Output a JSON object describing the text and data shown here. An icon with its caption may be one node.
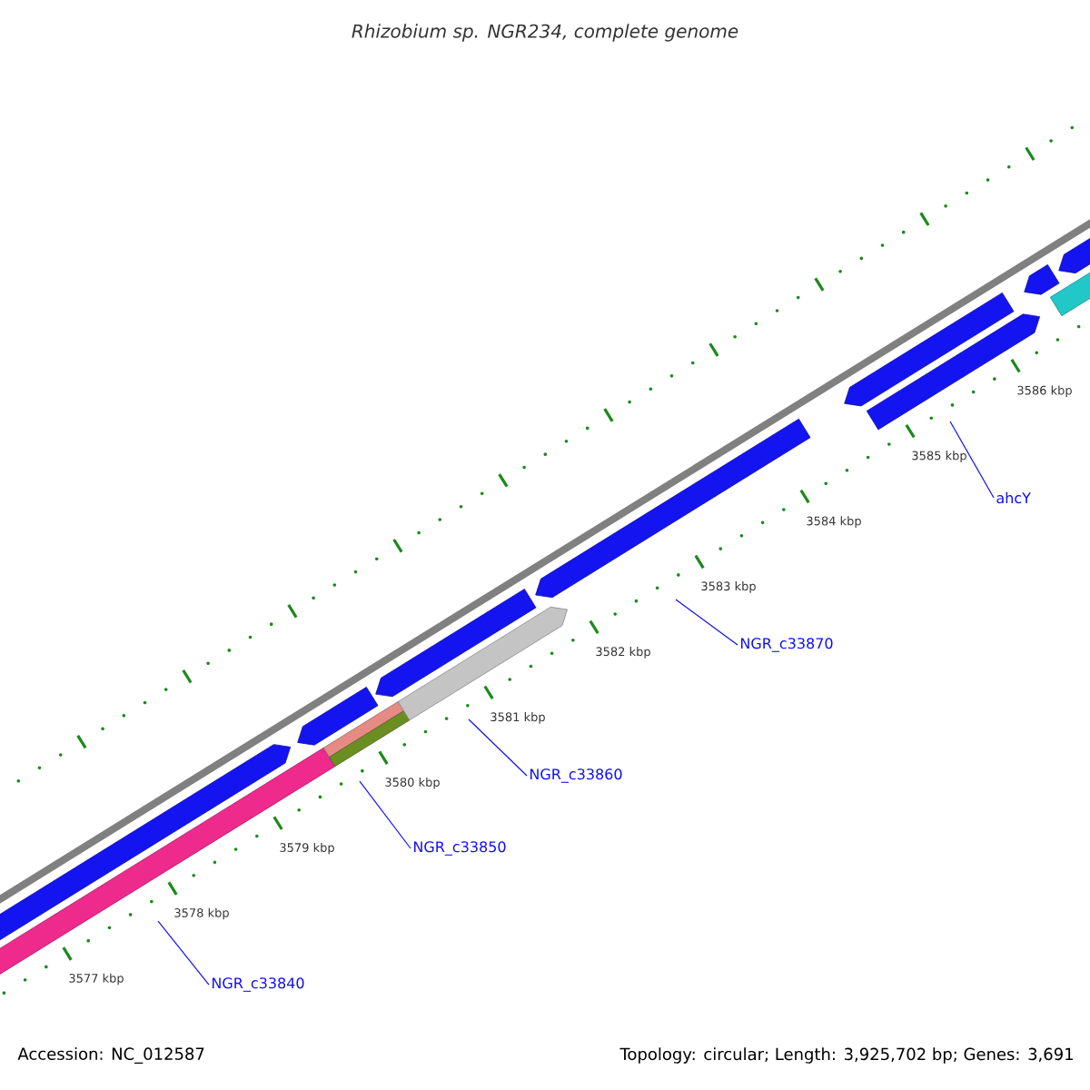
{
  "diagram": {
    "title": "Rhizobium sp. NGR234, complete genome",
    "nodes": [
      {
        "text": [
          "NGR_c33840"
        ]
      },
      {
        "text": [
          "NGR_c33850"
        ]
      },
      {
        "text": [
          "NGR_c33860"
        ]
      },
      {
        "text": [
          "NGR_c33870"
        ]
      },
      {
        "text": [
          "ahcY"
        ]
      }
    ],
    "edges": [
      {
        "from": 0,
        "to": null,
        "arrow": "none"
      },
      {
        "from": 1,
        "to": null,
        "arrow": "none"
      },
      {
        "from": 2,
        "to": null,
        "arrow": "none"
      },
      {
        "from": 3,
        "to": null,
        "arrow": "none"
      },
      {
        "from": 4,
        "to": null,
        "arrow": "none"
      }
    ],
    "labels": [
      "3577 kbp",
      "3578 kbp",
      "3579 kbp",
      "3580 kbp",
      "3581 kbp",
      "3582 kbp",
      "3583 kbp",
      "3584 kbp",
      "3585 kbp",
      "3586 kbp",
      "Accession: NC_012587",
      "Topology: circular; Length: 3,925,702 bp; Genes: 3,691"
    ]
  }
}
